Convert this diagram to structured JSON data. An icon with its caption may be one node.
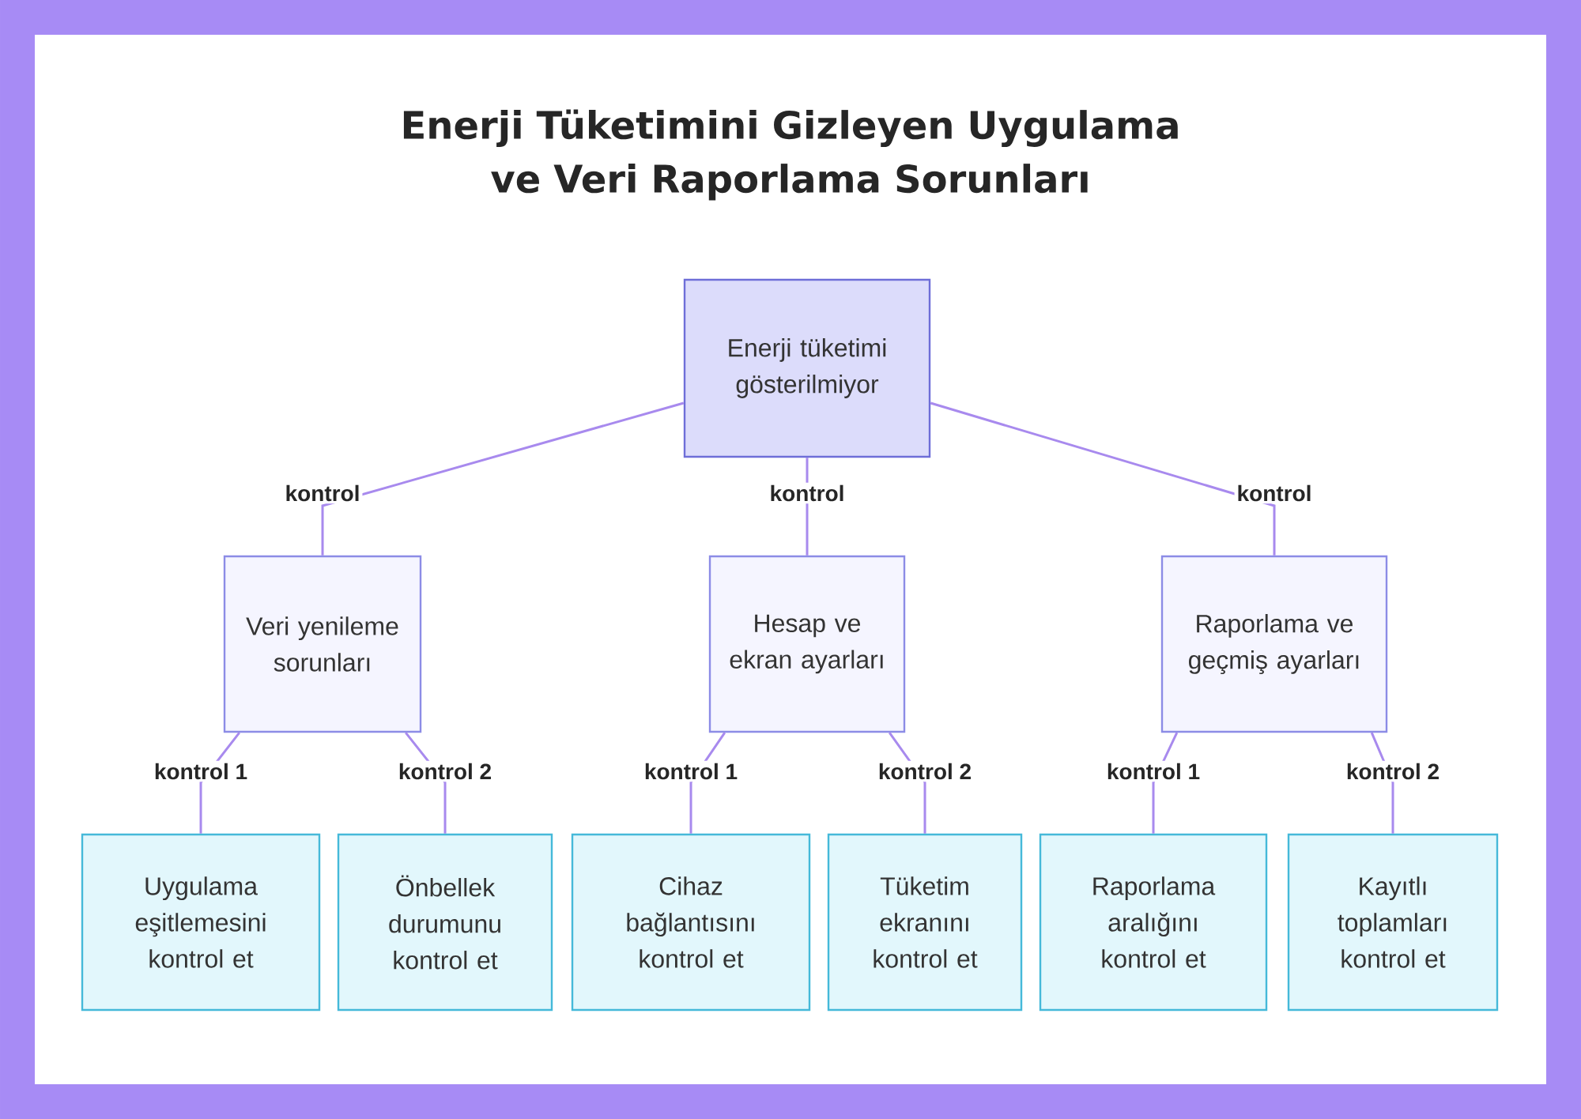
{
  "diagram": {
    "title": "Enerji Tüketimini Gizleyen Uygulama ve Veri Raporlama Sorunları",
    "nodes": [
      {
        "text": [
          "Enerji tüketimi gösterilmiyor"
        ]
      },
      {
        "text": [
          "Veri yenileme sorunları"
        ]
      },
      {
        "text": [
          "Hesap ve ekran ayarları"
        ]
      },
      {
        "text": [
          "Raporlama ve geçmiş ayarları"
        ]
      },
      {
        "text": [
          "Uygulama eşitlemesini kontrol et"
        ]
      },
      {
        "text": [
          "Önbellek durumunu kontrol et"
        ]
      },
      {
        "text": [
          "Cihaz bağlantısını kontrol et"
        ]
      },
      {
        "text": [
          "Tüketim ekranını kontrol et"
        ]
      },
      {
        "text": [
          "Raporlama aralığını kontrol et"
        ]
      },
      {
        "text": [
          "Kayıtlı toplamları kontrol et"
        ]
      }
    ],
    "edges": [
      {
        "from": 0,
        "to": 1,
        "arrow": "none",
        "label": "kontrol"
      },
      {
        "from": 0,
        "to": 2,
        "arrow": "none",
        "label": "kontrol"
      },
      {
        "from": 0,
        "to": 3,
        "arrow": "none",
        "label": "kontrol"
      },
      {
        "from": 1,
        "to": 4,
        "arrow": "none",
        "label": "kontrol 1"
      },
      {
        "from": 1,
        "to": 5,
        "arrow": "none",
        "label": "kontrol 2"
      },
      {
        "from": 2,
        "to": 6,
        "arrow": "none",
        "label": "kontrol 1"
      },
      {
        "from": 2,
        "to": 7,
        "arrow": "none",
        "label": "kontrol 2"
      },
      {
        "from": 3,
        "to": 8,
        "arrow": "none",
        "label": "kontrol 1"
      },
      {
        "from": 3,
        "to": 9,
        "arrow": "none",
        "label": "kontrol 2"
      }
    ]
  }
}
